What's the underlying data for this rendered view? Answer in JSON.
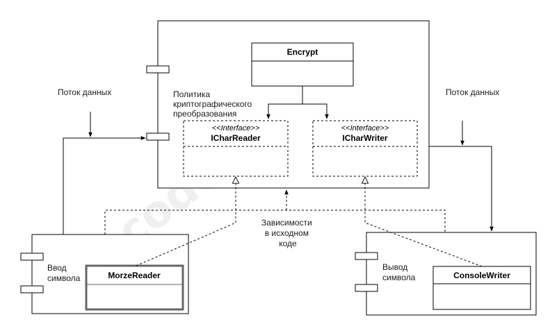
{
  "watermark": "codeby.net",
  "policy": {
    "label_lines": [
      "Политика",
      "криптографического",
      "преобразования"
    ]
  },
  "classes": {
    "encrypt": "Encrypt",
    "ichar_reader": {
      "stereotype": "<<Interface>>",
      "name": "ICharReader"
    },
    "ichar_writer": {
      "stereotype": "<<Interface>>",
      "name": "ICharWriter"
    },
    "morze_reader": "MorzeReader",
    "console_writer": "ConsoleWriter"
  },
  "components": {
    "input": {
      "label_lines": [
        "Ввод",
        "символа"
      ]
    },
    "output": {
      "label_lines": [
        "Вывод",
        "символа"
      ]
    }
  },
  "annotations": {
    "data_flow_left": "Поток данных",
    "data_flow_right": "Поток данных",
    "dependencies_lines": [
      "Зависимости",
      "в исходном",
      "коде"
    ]
  }
}
